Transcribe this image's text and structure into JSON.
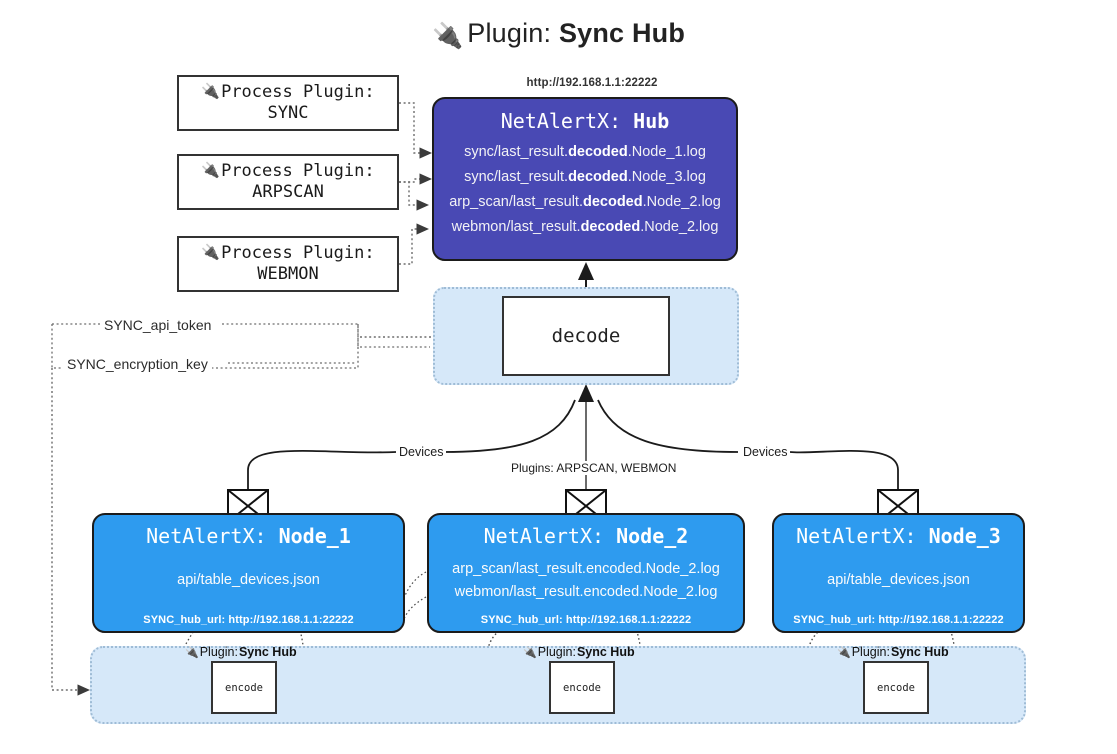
{
  "title": {
    "icon": "plug-icon",
    "prefix": "Plugin: ",
    "name": "Sync Hub"
  },
  "process_plugins": [
    {
      "icon": "plug-icon",
      "label": "Process Plugin:",
      "name": "SYNC"
    },
    {
      "icon": "plug-icon",
      "label": "Process Plugin:",
      "name": "ARPSCAN"
    },
    {
      "icon": "plug-icon",
      "label": "Process Plugin:",
      "name": "WEBMON"
    }
  ],
  "hub": {
    "url": "http://192.168.1.1:22222",
    "title_prefix": "NetAlertX: ",
    "title_name": "Hub",
    "logs": [
      {
        "pre": "sync/last_result.",
        "mid": "decoded",
        "post": ".Node_1.log"
      },
      {
        "pre": "sync/last_result.",
        "mid": "decoded",
        "post": ".Node_3.log"
      },
      {
        "pre": "arp_scan/last_result.",
        "mid": "decoded",
        "post": ".Node_2.log"
      },
      {
        "pre": "webmon/last_result.",
        "mid": "decoded",
        "post": ".Node_2.log"
      }
    ]
  },
  "decode": {
    "label": "decode"
  },
  "keys": {
    "api_token": "SYNC_api_token",
    "encryption_key": "SYNC_encryption_key"
  },
  "edge_labels": {
    "devices_left": "Devices",
    "devices_right": "Devices",
    "plugins_center": "Plugins: ARPSCAN, WEBMON"
  },
  "nodes": [
    {
      "title_prefix": "NetAlertX: ",
      "title_name": "Node_1",
      "lines": [
        "api/table_devices.json"
      ],
      "url_label": "SYNC_hub_url: http://192.168.1.1:22222"
    },
    {
      "title_prefix": "NetAlertX: ",
      "title_name": "Node_2",
      "lines": [
        "arp_scan/last_result.encoded.Node_2.log",
        "webmon/last_result.encoded.Node_2.log"
      ],
      "url_label": "SYNC_hub_url: http://192.168.1.1:22222"
    },
    {
      "title_prefix": "NetAlertX: ",
      "title_name": "Node_3",
      "lines": [
        "api/table_devices.json"
      ],
      "url_label": "SYNC_hub_url: http://192.168.1.1:22222"
    }
  ],
  "encoders": [
    {
      "plugin_prefix": "Plugin: ",
      "plugin_name": "Sync Hub",
      "label": "encode"
    },
    {
      "plugin_prefix": "Plugin: ",
      "plugin_name": "Sync Hub",
      "label": "encode"
    },
    {
      "plugin_prefix": "Plugin: ",
      "plugin_name": "Sync Hub",
      "label": "encode"
    }
  ],
  "colors": {
    "hub_fill": "#4949b4",
    "node_fill": "#2e9bef",
    "container_fill": "#d6e8f9",
    "container_border": "#9fbcd6",
    "stroke": "#1b1b1b"
  }
}
